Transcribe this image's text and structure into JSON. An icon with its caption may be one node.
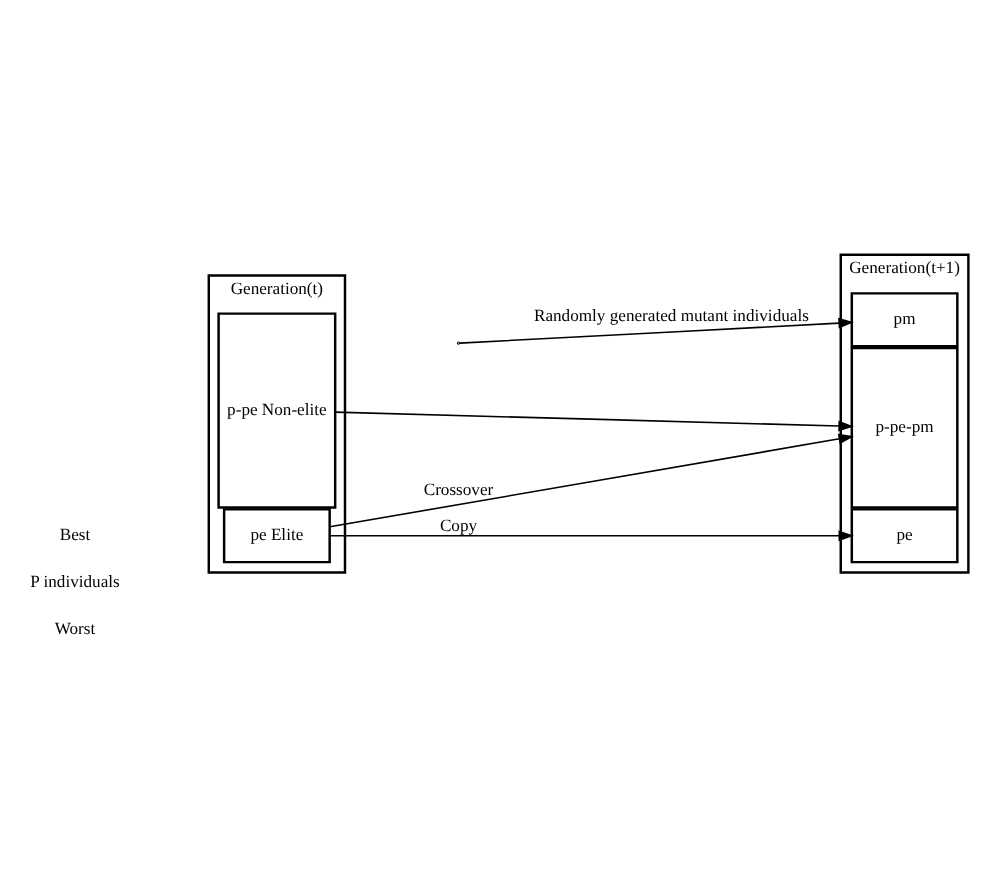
{
  "diagram": {
    "nodes": [
      {
        "text": [
          "Generation(t)"
        ]
      },
      {
        "text": [
          "pe Elite"
        ],
        "in": 0
      },
      {
        "text": [
          "p-pe Non-elite"
        ],
        "in": 0
      },
      {
        "text": [
          "Generation(t+1)"
        ]
      },
      {
        "text": [
          "pe"
        ],
        "in": 3
      },
      {
        "text": [
          "p-pe-pm"
        ],
        "in": 3
      },
      {
        "text": [
          "pm"
        ],
        "in": 3
      }
    ],
    "edges": [
      {
        "from": 1,
        "to": 4,
        "arrow": "to",
        "label": "Copy"
      },
      {
        "from": 1,
        "to": 5,
        "arrow": "to",
        "label": "Crossover"
      },
      {
        "from": 2,
        "to": 5,
        "arrow": "to"
      },
      {
        "from": null,
        "to": 6,
        "arrow": "to",
        "label": "Randomly generated mutant individuals"
      }
    ],
    "labels": [
      "Best",
      "P individuals",
      "Worst"
    ]
  }
}
